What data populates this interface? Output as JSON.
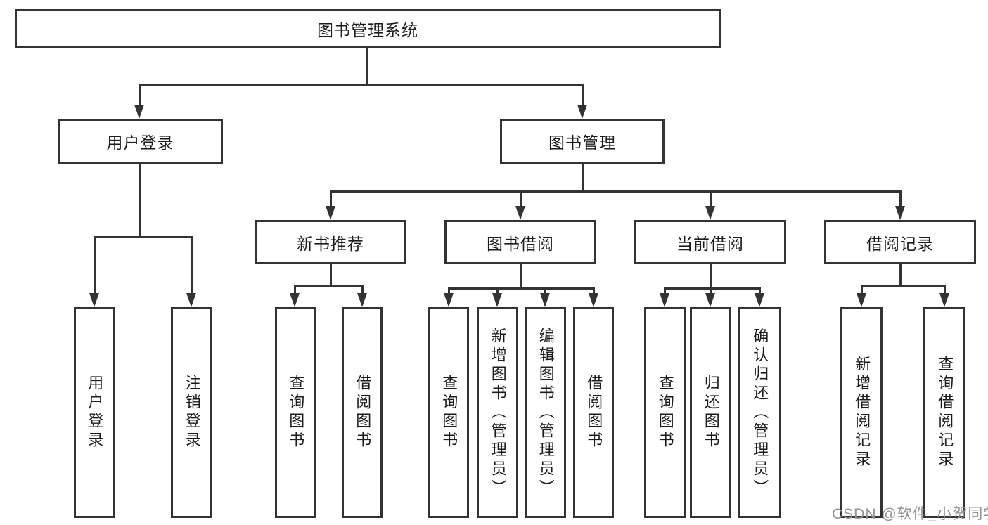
{
  "tree": {
    "root": "图书管理系统",
    "children": [
      {
        "label": "用户登录",
        "children": [
          "用户登录",
          "注销登录"
        ]
      },
      {
        "label": "图书管理",
        "children": [
          {
            "label": "新书推荐",
            "children": [
              "查询图书",
              "借阅图书"
            ]
          },
          {
            "label": "图书借阅",
            "children": [
              "查询图书",
              "新增图书（管理员）",
              "编辑图书（管理员）",
              "借阅图书"
            ]
          },
          {
            "label": "当前借阅",
            "children": [
              "查询图书",
              "归还图书",
              "确认归还（管理员）"
            ]
          },
          {
            "label": "借阅记录",
            "children": [
              "新增借阅记录",
              "查询借阅记录"
            ]
          }
        ]
      }
    ]
  },
  "watermark": {
    "text": "CSDN @软件_小贺同学"
  },
  "colors": {
    "line": "#333333",
    "text": "#1c1c1c",
    "watermark": "#949494",
    "background": "#ffffff"
  }
}
